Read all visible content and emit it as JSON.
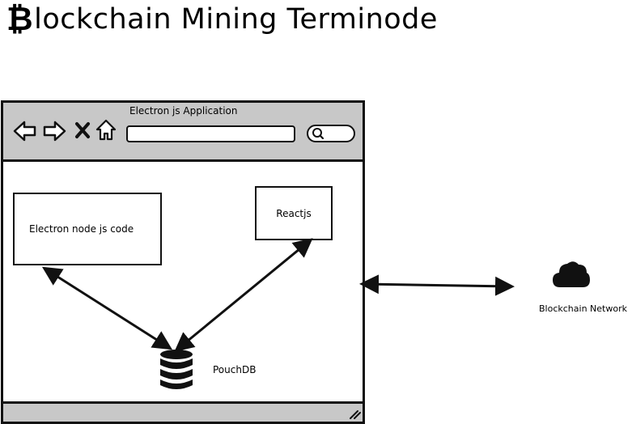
{
  "page": {
    "title_initial": "₿",
    "title_rest": "lockchain Mining Terminode"
  },
  "app_window": {
    "title": "Electron js Application",
    "toolbar_icons": [
      "back-arrow-icon",
      "forward-arrow-icon",
      "close-icon",
      "home-icon",
      "search-icon"
    ],
    "statusbar_icon": "resize-grip-icon"
  },
  "components": {
    "electron_node": "Electron node js code",
    "reactjs": "Reactjs",
    "pouchdb": "PouchDB",
    "pouchdb_icon": "database-icon"
  },
  "external": {
    "network": "Blockchain Network",
    "network_icon": "cloud-icon"
  },
  "connections": [
    {
      "from": "electron_node",
      "to": "pouchdb",
      "direction": "both"
    },
    {
      "from": "reactjs",
      "to": "pouchdb",
      "direction": "both"
    },
    {
      "from": "app_window",
      "to": "network",
      "direction": "both"
    }
  ]
}
